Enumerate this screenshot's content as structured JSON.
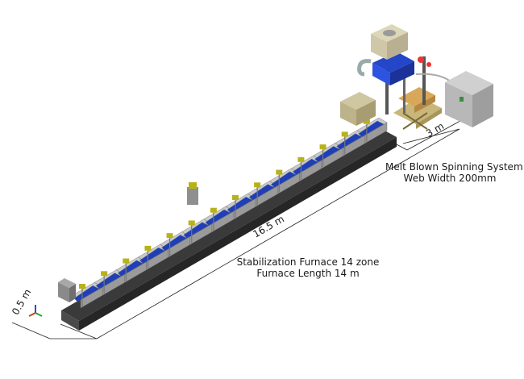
{
  "labels": {
    "dim_length_total": "16.5 m",
    "dim_width": "0.5 m",
    "dim_spinning": "3 m",
    "spinning_title": "Melt Blown Spinning System",
    "spinning_sub": "Web Width 200mm",
    "furnace_title": "Stabilization Furnace 14 zone",
    "furnace_sub": "Furnace Length 14 m"
  },
  "furnace": {
    "zones": 14
  },
  "colors": {
    "base": "#3a3a3a",
    "blue": "#1f3fb8",
    "frame": "#c9c9c9",
    "yellow": "#b7b21a",
    "cabinet": "#b8b8b8",
    "hopper": "#cfc7a8",
    "wood": "#d8a85a"
  }
}
